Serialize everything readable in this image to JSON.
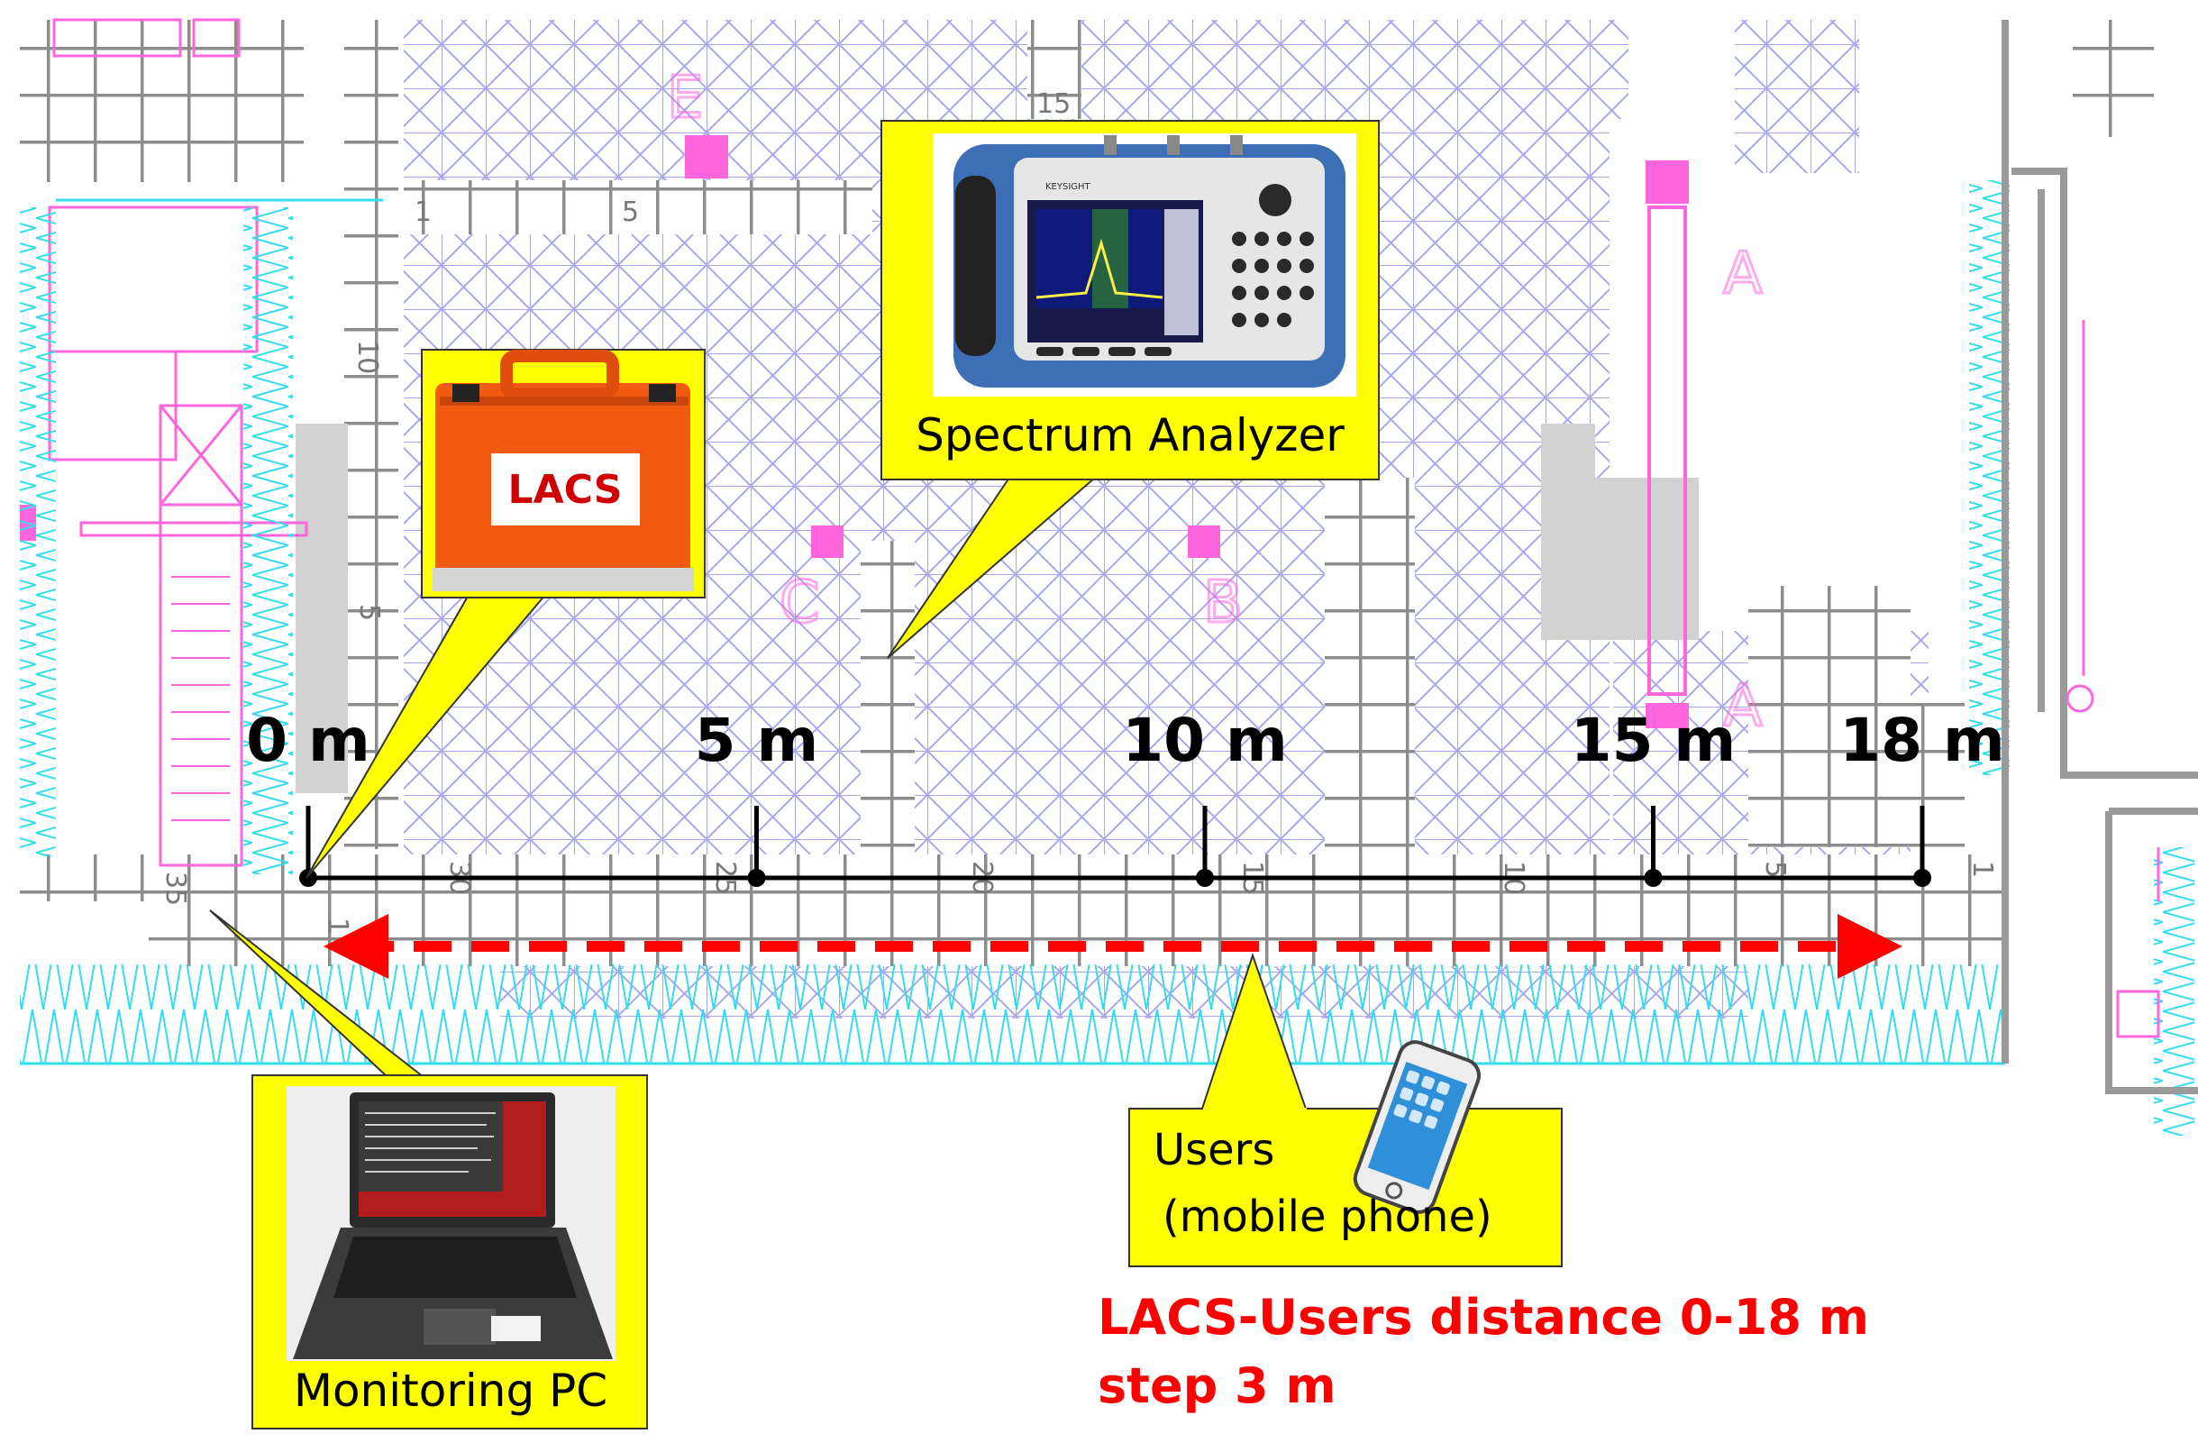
{
  "distance_marks": [
    {
      "label": "0 m",
      "meters": 0
    },
    {
      "label": "5 m",
      "meters": 5
    },
    {
      "label": "10 m",
      "meters": 10
    },
    {
      "label": "15 m",
      "meters": 15
    },
    {
      "label": "18 m",
      "meters": 18
    }
  ],
  "callouts": {
    "lacs": {
      "device_label": "LACS"
    },
    "spectrum_analyzer": {
      "caption": "Spectrum Analyzer",
      "brand": "KEYSIGHT"
    },
    "monitoring_pc": {
      "caption": "Monitoring PC"
    },
    "users": {
      "line1": "Users",
      "line2": "(mobile phone)"
    }
  },
  "note": {
    "line1": "LACS-Users distance 0-18 m",
    "line2": "step 3 m"
  },
  "floorplan": {
    "room_letters": [
      "A",
      "A",
      "B",
      "C",
      "E"
    ],
    "seat_numbers": [
      "1",
      "5",
      "10",
      "5",
      "15",
      "35",
      "30",
      "25",
      "20",
      "15",
      "10",
      "5",
      "1",
      "1"
    ]
  },
  "colors": {
    "callout_fill": "#ffff00",
    "distance_line": "#000000",
    "range_arrow": "#ff0000",
    "note_text": "#ff0000",
    "floor_grid": "#9b9be8",
    "floor_walls": "#8c8c8c",
    "floor_pink": "#ff66dd",
    "floor_cyan": "#33ddee"
  }
}
